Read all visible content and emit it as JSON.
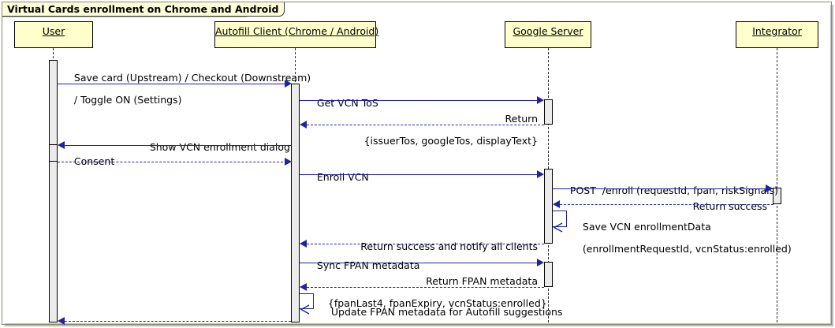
{
  "diagram": {
    "title": "Virtual Cards enrollment on Chrome and Android",
    "type": "uml-sequence-diagram",
    "colors": {
      "participant_fill": "#ffffcc",
      "participant_border": "#000000",
      "message_line": "#2222a0",
      "activation_fill": "#ebebeb",
      "frame_border": "#8a8a6b",
      "title_fill": "#fdfdd9",
      "text": "#000000"
    }
  },
  "participants": [
    {
      "id": "user",
      "label": "User"
    },
    {
      "id": "client",
      "label": "Autofill Client (Chrome / Android)"
    },
    {
      "id": "server",
      "label": "Google Server"
    },
    {
      "id": "integrator",
      "label": "Integrator"
    }
  ],
  "messages": [
    {
      "index": 1,
      "from": "user",
      "to": "client",
      "kind": "call",
      "lines": [
        "Save card (Upstream) / Checkout (Downstream)",
        "/ Toggle ON (Settings)"
      ]
    },
    {
      "index": 2,
      "from": "client",
      "to": "server",
      "kind": "call",
      "lines": [
        "Get VCN ToS"
      ]
    },
    {
      "index": 3,
      "from": "server",
      "to": "client",
      "kind": "return",
      "lines": [
        "Return",
        "{issuerTos, googleTos, displayText}"
      ]
    },
    {
      "index": 4,
      "from": "client",
      "to": "user",
      "kind": "call",
      "lines": [
        "Show VCN enrollment dialog"
      ]
    },
    {
      "index": 5,
      "from": "user",
      "to": "client",
      "kind": "return",
      "lines": [
        "Consent"
      ]
    },
    {
      "index": 6,
      "from": "client",
      "to": "server",
      "kind": "call",
      "lines": [
        "Enroll VCN"
      ]
    },
    {
      "index": 7,
      "from": "server",
      "to": "integrator",
      "kind": "call",
      "lines": [
        "POST  /enroll (requestId, fpan, riskSignals)"
      ]
    },
    {
      "index": 8,
      "from": "integrator",
      "to": "server",
      "kind": "return",
      "lines": [
        "Return success"
      ]
    },
    {
      "index": 9,
      "from": "server",
      "to": "server",
      "kind": "self",
      "lines": [
        "Save VCN enrollmentData",
        "(enrollmentRequestId, vcnStatus:enrolled)"
      ]
    },
    {
      "index": 10,
      "from": "server",
      "to": "client",
      "kind": "return",
      "lines": [
        "Return success and notify all clients"
      ]
    },
    {
      "index": 11,
      "from": "client",
      "to": "server",
      "kind": "call",
      "lines": [
        "Sync FPAN metadata"
      ]
    },
    {
      "index": 12,
      "from": "server",
      "to": "client",
      "kind": "return",
      "lines": [
        "Return FPAN metadata",
        "{fpanLast4, fpanExpiry, vcnStatus:enrolled}"
      ]
    },
    {
      "index": 13,
      "from": "client",
      "to": "client",
      "kind": "self",
      "lines": [
        "Update FPAN metadata for Autofill suggestions"
      ]
    },
    {
      "index": 14,
      "from": "client",
      "to": "user",
      "kind": "return",
      "lines": [
        ""
      ]
    }
  ]
}
